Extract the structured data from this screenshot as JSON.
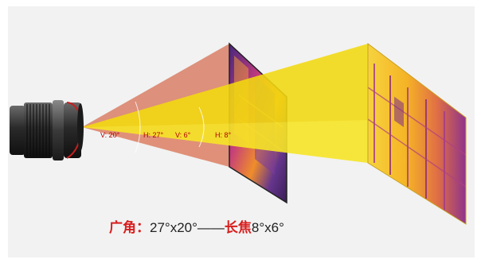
{
  "labels": {
    "wide_v": "V: 20°",
    "wide_h": "H: 27°",
    "tele_v": "V: 6°",
    "tele_h": "H: 8°"
  },
  "caption": {
    "wide_label": "广角：",
    "wide_value": "27°x20°",
    "dash": "——",
    "tele_label": "长焦",
    "tele_value": "8°x6°"
  },
  "colors": {
    "accent": "#d81e1e",
    "label": "#b00000",
    "wide_cone": "#e07a5a",
    "tele_cone": "#f5e300",
    "background": "#f2f2f2"
  },
  "icons": {
    "camera": "camera-lens-icon",
    "wide_image": "thermal-image-wide-icon",
    "tele_image": "thermal-image-tele-icon"
  }
}
